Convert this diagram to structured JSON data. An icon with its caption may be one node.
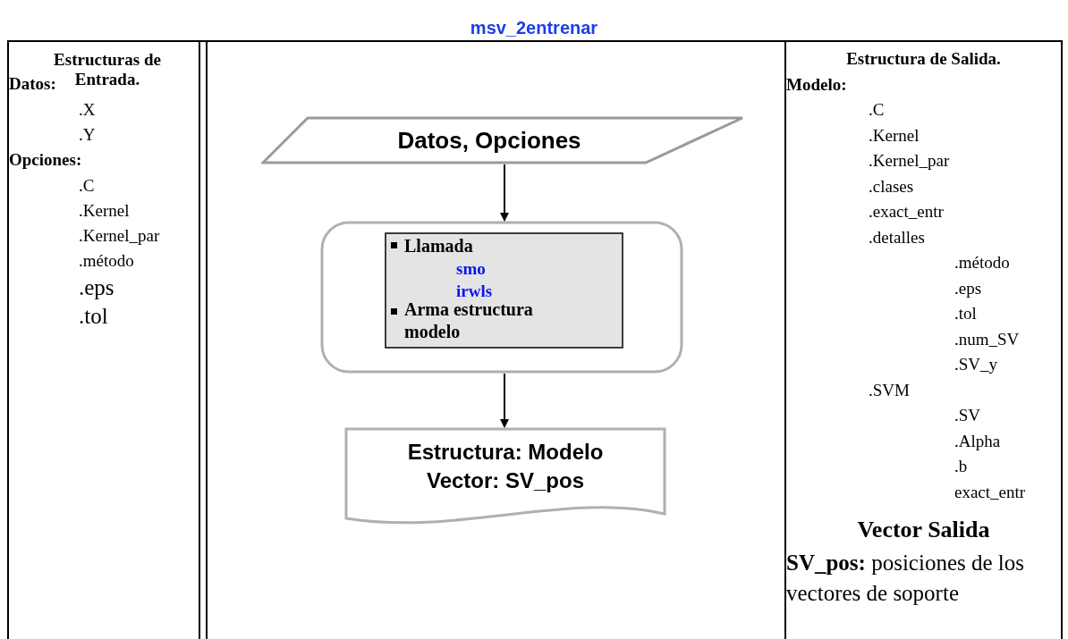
{
  "diagram": {
    "title": "msv_2entrenar",
    "nodes": [
      {
        "text": [
          "Datos, Opciones"
        ]
      },
      {
        "text": [],
        "shape": "box"
      },
      {
        "text": [
          "Llamada",
          "smo",
          "irwls",
          "Arma estructura modelo"
        ],
        "in": 1
      },
      {
        "text": [
          "Estructura: Modelo",
          "Vector: SV_pos"
        ]
      }
    ],
    "edges": [
      {
        "from": 0,
        "to": 1,
        "arrow": "to"
      },
      {
        "from": 1,
        "to": 3,
        "arrow": "to"
      }
    ],
    "labels": [
      "Estructuras de Entrada.",
      "Datos:",
      ".X",
      ".Y",
      "Opciones:",
      ".C",
      ".Kernel",
      ".Kernel_par",
      ".método",
      ".eps",
      ".tol",
      "Estructura de Salida.",
      "Modelo:",
      ".C",
      ".Kernel",
      ".Kernel_par",
      ".clases",
      ".exact_entr",
      ".detalles",
      ".método",
      ".eps",
      ".tol",
      ".num_SV",
      ".SV_y",
      ".SVM",
      ".SV",
      ".Alpha",
      ".b",
      "exact_entr",
      "Vector Salida",
      "**SV_pos:** posiciones de los vectores de soporte"
    ]
  }
}
